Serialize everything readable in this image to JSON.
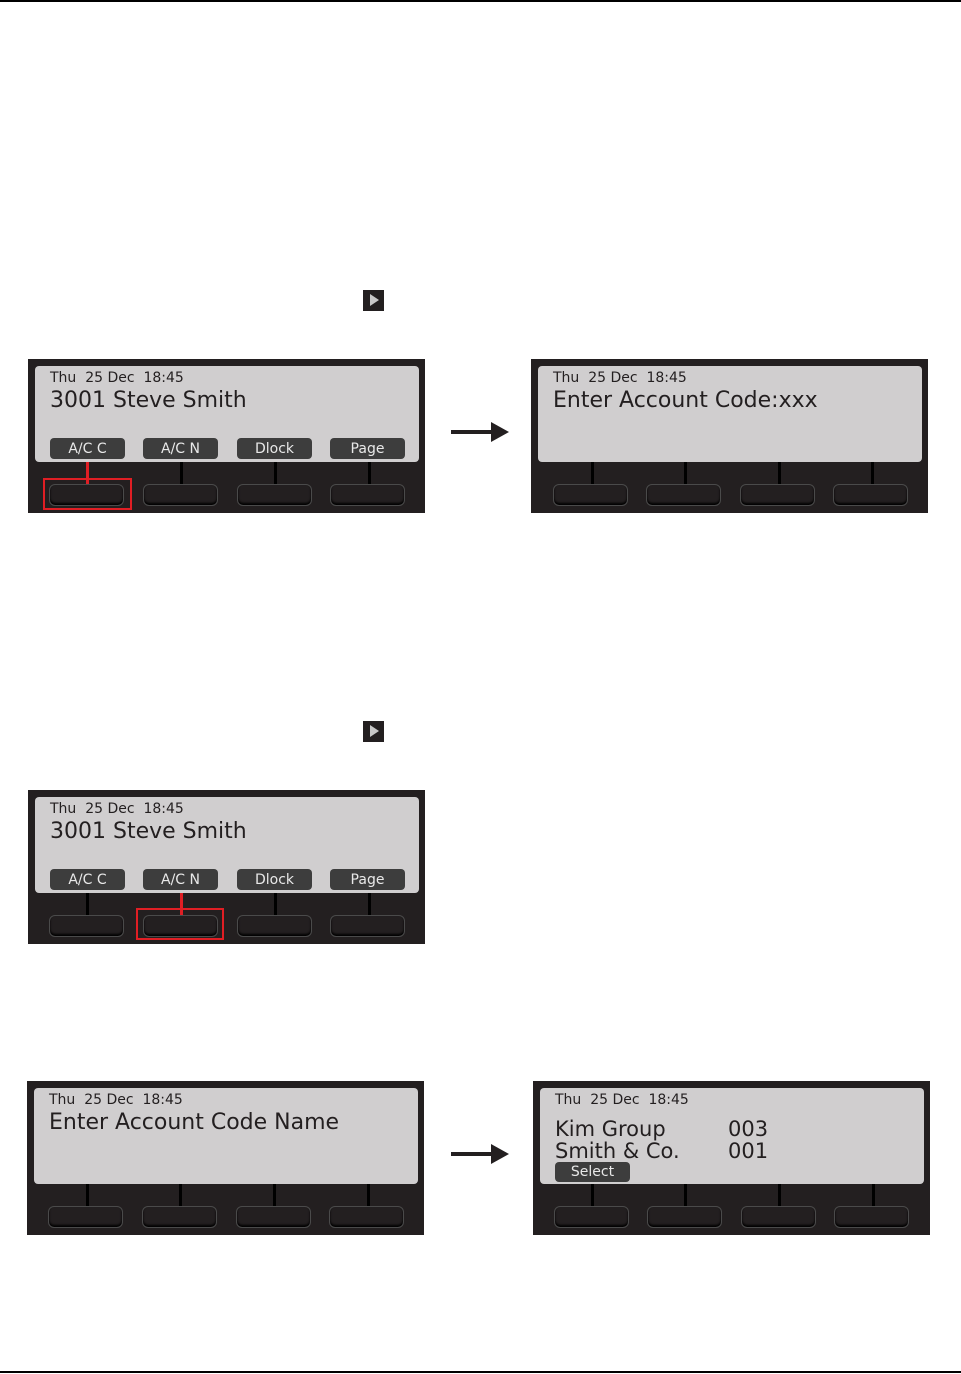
{
  "screens": {
    "idle": {
      "date": "Thu  25 Dec  18:45",
      "main": "3001 Steve Smith",
      "softkeys": [
        "A/C C",
        "A/C N",
        "Dlock",
        "Page"
      ]
    },
    "enter_code": {
      "date": "Thu  25 Dec  18:45",
      "main": "Enter Account Code:xxx"
    },
    "idle2": {
      "date": "Thu  25 Dec  18:45",
      "main": "3001 Steve Smith",
      "softkeys": [
        "A/C C",
        "A/C N",
        "Dlock",
        "Page"
      ]
    },
    "enter_name": {
      "date": "Thu  25 Dec  18:45",
      "main": "Enter Account Code Name"
    },
    "results": {
      "date": "Thu  25 Dec  18:45",
      "rows": [
        {
          "name": "Kim Group",
          "code": "003"
        },
        {
          "name": "Smith & Co.",
          "code": "001"
        }
      ],
      "softkey": "Select"
    }
  },
  "colors": {
    "highlight": "#e01e24",
    "bezel": "#231f20",
    "lcd": "#d0cecf"
  },
  "icons": [
    "play-icon",
    "arrow-right-icon"
  ]
}
